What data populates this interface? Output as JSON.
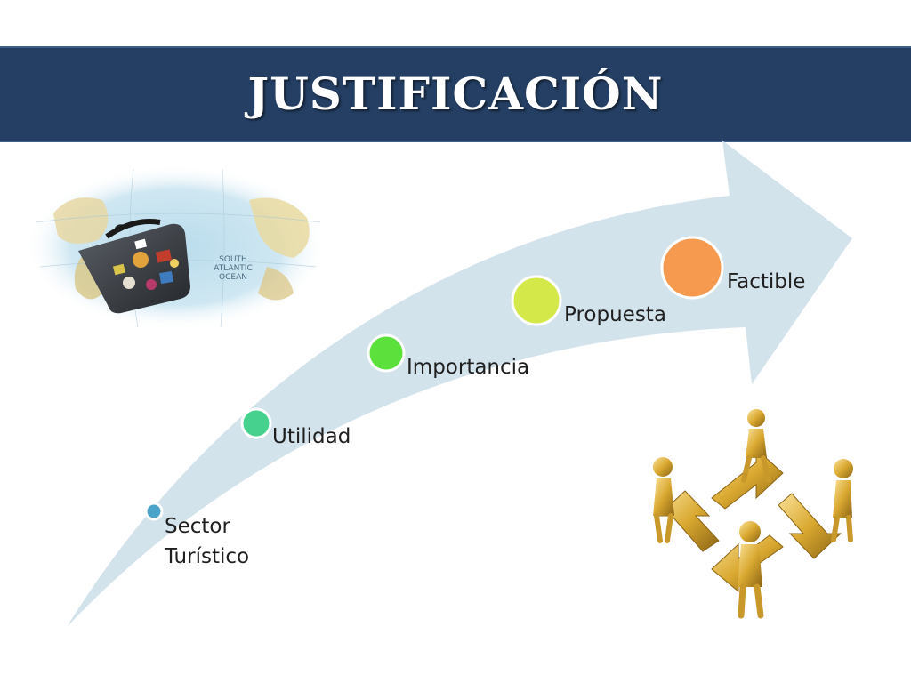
{
  "title": "JUSTIFICACIÓN",
  "steps": [
    {
      "label": "Sector Turístico",
      "color": "#4aa3c9"
    },
    {
      "label": "Utilidad",
      "color": "#46d18e"
    },
    {
      "label": "Importancia",
      "color": "#5be03c"
    },
    {
      "label": "Propuesta",
      "color": "#d4e84a"
    },
    {
      "label": "Factible",
      "color": "#f59a4e"
    }
  ],
  "map_labels": [
    "SOUTH",
    "ATLANTIC",
    "OCEAN"
  ],
  "colors": {
    "title_bar": "#243f63",
    "arrow": "#d3e3ec",
    "gold": "#d9a830"
  }
}
